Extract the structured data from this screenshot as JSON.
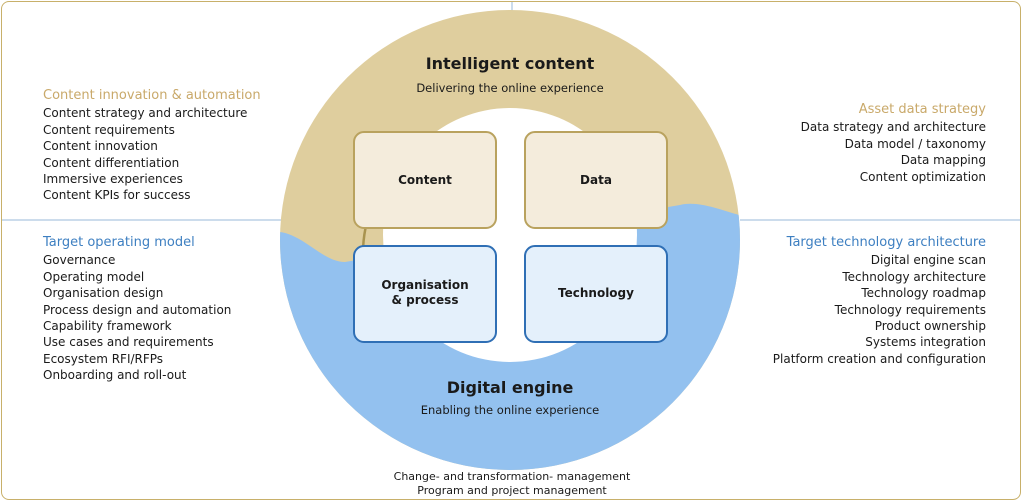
{
  "center": {
    "top_title": "Intelligent content",
    "top_subtitle": "Delivering the online experience",
    "bottom_title": "Digital engine",
    "bottom_subtitle": "Enabling the online experience"
  },
  "boxes": {
    "content": "Content",
    "data": "Data",
    "organisation_line1": "Organisation",
    "organisation_line2": "& process",
    "technology": "Technology"
  },
  "left_top": {
    "heading": "Content innovation & automation",
    "items": [
      "Content strategy and architecture",
      "Content requirements",
      "Content innovation",
      "Content differentiation",
      "Immersive experiences",
      "Content KPIs for success"
    ]
  },
  "left_bottom": {
    "heading": "Target operating model",
    "items": [
      "Governance",
      "Operating model",
      "Organisation design",
      "Process design and automation",
      "Capability framework",
      "Use cases and requirements",
      "Ecosystem RFI/RFPs",
      "Onboarding and roll-out"
    ]
  },
  "right_top": {
    "heading": "Asset data strategy",
    "items": [
      "Data strategy and architecture",
      "Data model / taxonomy",
      "Data mapping",
      "Content optimization"
    ]
  },
  "right_bottom": {
    "heading": "Target technology architecture",
    "items": [
      "Digital engine scan",
      "Technology architecture",
      "Technology roadmap",
      "Technology requirements",
      "Product ownership",
      "Systems integration",
      "Platform creation and configuration"
    ]
  },
  "bottom_lines": [
    "Change- and transformation- management",
    "Program and project management"
  ],
  "colors": {
    "gold": "#dfce9e",
    "gold_border": "#b9a25e",
    "blue": "#93c1ef",
    "blue_border": "#2f6fb5",
    "box_gold_fill": "#f4ecdc",
    "box_blue_fill": "#e4f0fb"
  }
}
